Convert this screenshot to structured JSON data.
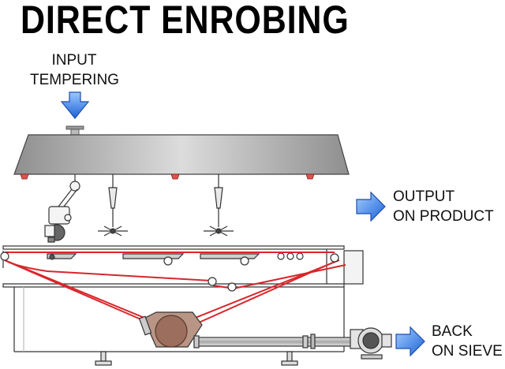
{
  "title": "DIRECT ENROBING",
  "labels": {
    "input_line1": "INPUT",
    "input_line2": "TEMPERING",
    "output_line1": "OUTPUT",
    "output_line2": "ON PRODUCT",
    "back_line1": "BACK",
    "back_line2": "ON SIEVE"
  },
  "colors": {
    "arrow_blue": "#2f7de8",
    "belt_red": "#d8262b",
    "tank_grey": "#c4c4c4",
    "pump_brown": "#9b6e5e",
    "outline": "#333333"
  },
  "icons": [
    "down-arrow-icon",
    "right-arrow-icon",
    "right-arrow-icon"
  ]
}
